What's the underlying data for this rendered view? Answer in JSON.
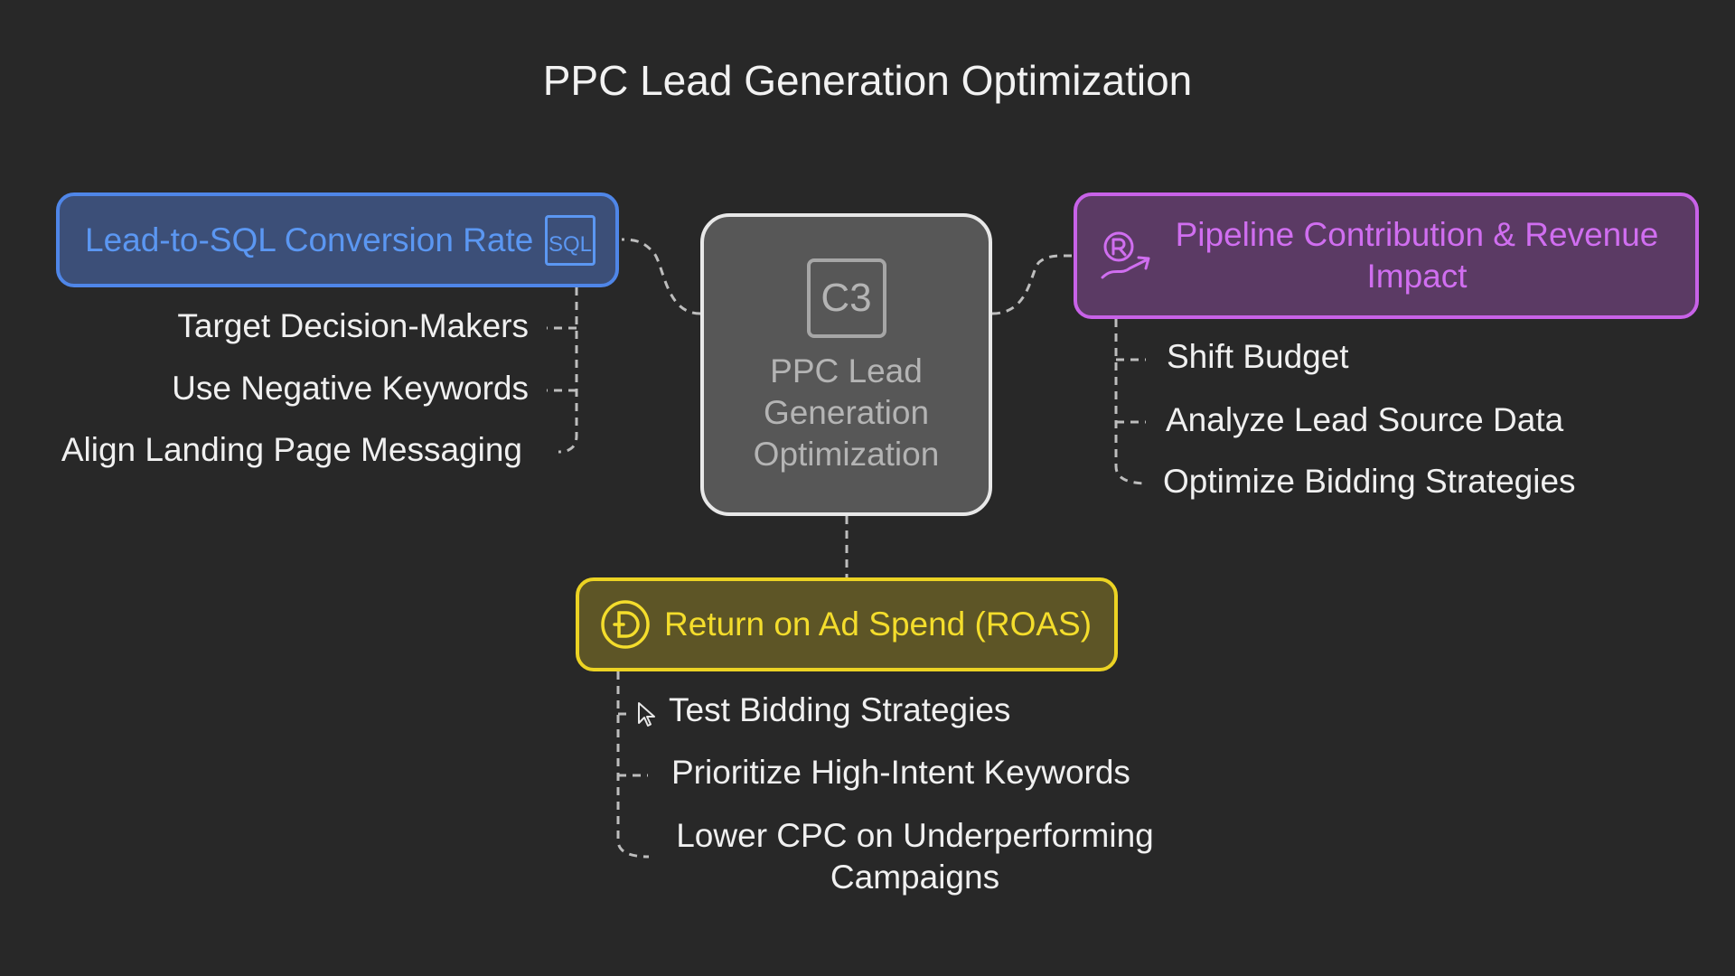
{
  "title": "PPC Lead Generation Optimization",
  "center": {
    "icon_text": "C3",
    "label": "PPC Lead Generation Optimization"
  },
  "branches": {
    "lead_to_sql": {
      "label": "Lead-to-SQL Conversion Rate",
      "icon": "sql-icon",
      "icon_text": "SQL",
      "color": "#4f86e8",
      "items": [
        "Target Decision-Makers",
        "Use Negative Keywords",
        "Align Landing Page Messaging"
      ]
    },
    "pipeline": {
      "label": "Pipeline Contribution & Revenue Impact",
      "icon": "revenue-growth-icon",
      "color": "#c862e8",
      "items": [
        "Shift Budget",
        "Analyze Lead Source Data",
        "Optimize Bidding Strategies"
      ]
    },
    "roas": {
      "label": "Return on Ad Spend (ROAS)",
      "icon": "dollar-circle-icon",
      "color": "#ecd323",
      "items": [
        "Test Bidding Strategies",
        "Prioritize High-Intent Keywords",
        "Lower CPC on Underperforming Campaigns"
      ]
    }
  }
}
